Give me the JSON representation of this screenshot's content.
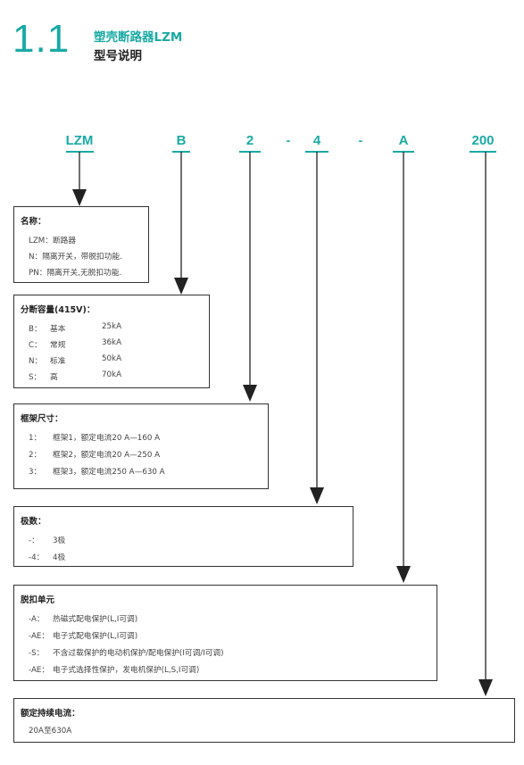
{
  "header": {
    "section_number": "1.1",
    "title": "塑壳断路器LZM",
    "subtitle": "型号说明"
  },
  "codes": [
    "LZM",
    "B",
    "2",
    "4",
    "A",
    "200"
  ],
  "separators": [
    "-",
    "-"
  ],
  "boxes": {
    "name": {
      "title": "名称：",
      "rows": [
        {
          "key": "LZM：",
          "value": "断路器"
        },
        {
          "key": "N：",
          "value": "隔离开关，带脱扣功能."
        },
        {
          "key": "PN：",
          "value": "隔离开关,无脱扣功能."
        }
      ]
    },
    "breaking": {
      "title": "分断容量(415V)：",
      "rows": [
        {
          "key": "B：",
          "mid": "基本",
          "value": "25kA"
        },
        {
          "key": "C：",
          "mid": "常规",
          "value": "36kA"
        },
        {
          "key": "N：",
          "mid": "标准",
          "value": "50kA"
        },
        {
          "key": "S：",
          "mid": "高",
          "value": "70kA"
        }
      ]
    },
    "frame": {
      "title": "框架尺寸：",
      "rows": [
        {
          "key": "1：",
          "value": "框架1，额定电流20 A—160 A"
        },
        {
          "key": "2：",
          "value": "框架2，额定电流20 A—250 A"
        },
        {
          "key": "3：",
          "value": "框架3，额定电流250 A—630 A"
        }
      ]
    },
    "poles": {
      "title": "极数：",
      "rows": [
        {
          "key": "-：",
          "value": "3极"
        },
        {
          "key": "-4：",
          "value": "4极"
        }
      ]
    },
    "trip": {
      "title": "脱扣单元",
      "rows": [
        {
          "key": "-A：",
          "value": "热磁式配电保护(L,I可调)"
        },
        {
          "key": "-AE：",
          "value": "电子式配电保护(L,I可调)"
        },
        {
          "key": "-S：",
          "value": "不含过载保护的电动机保护/配电保护(I可调/I可调)"
        },
        {
          "key": "-AE：",
          "value": "电子式选择性保护，发电机保护(L,S,I可调)"
        }
      ]
    },
    "current": {
      "title": "额定持续电流：",
      "rows": [
        {
          "key": "",
          "value": "20A至630A"
        }
      ]
    }
  },
  "colors": {
    "accent": "#1aaaa4",
    "line": "#222222"
  }
}
